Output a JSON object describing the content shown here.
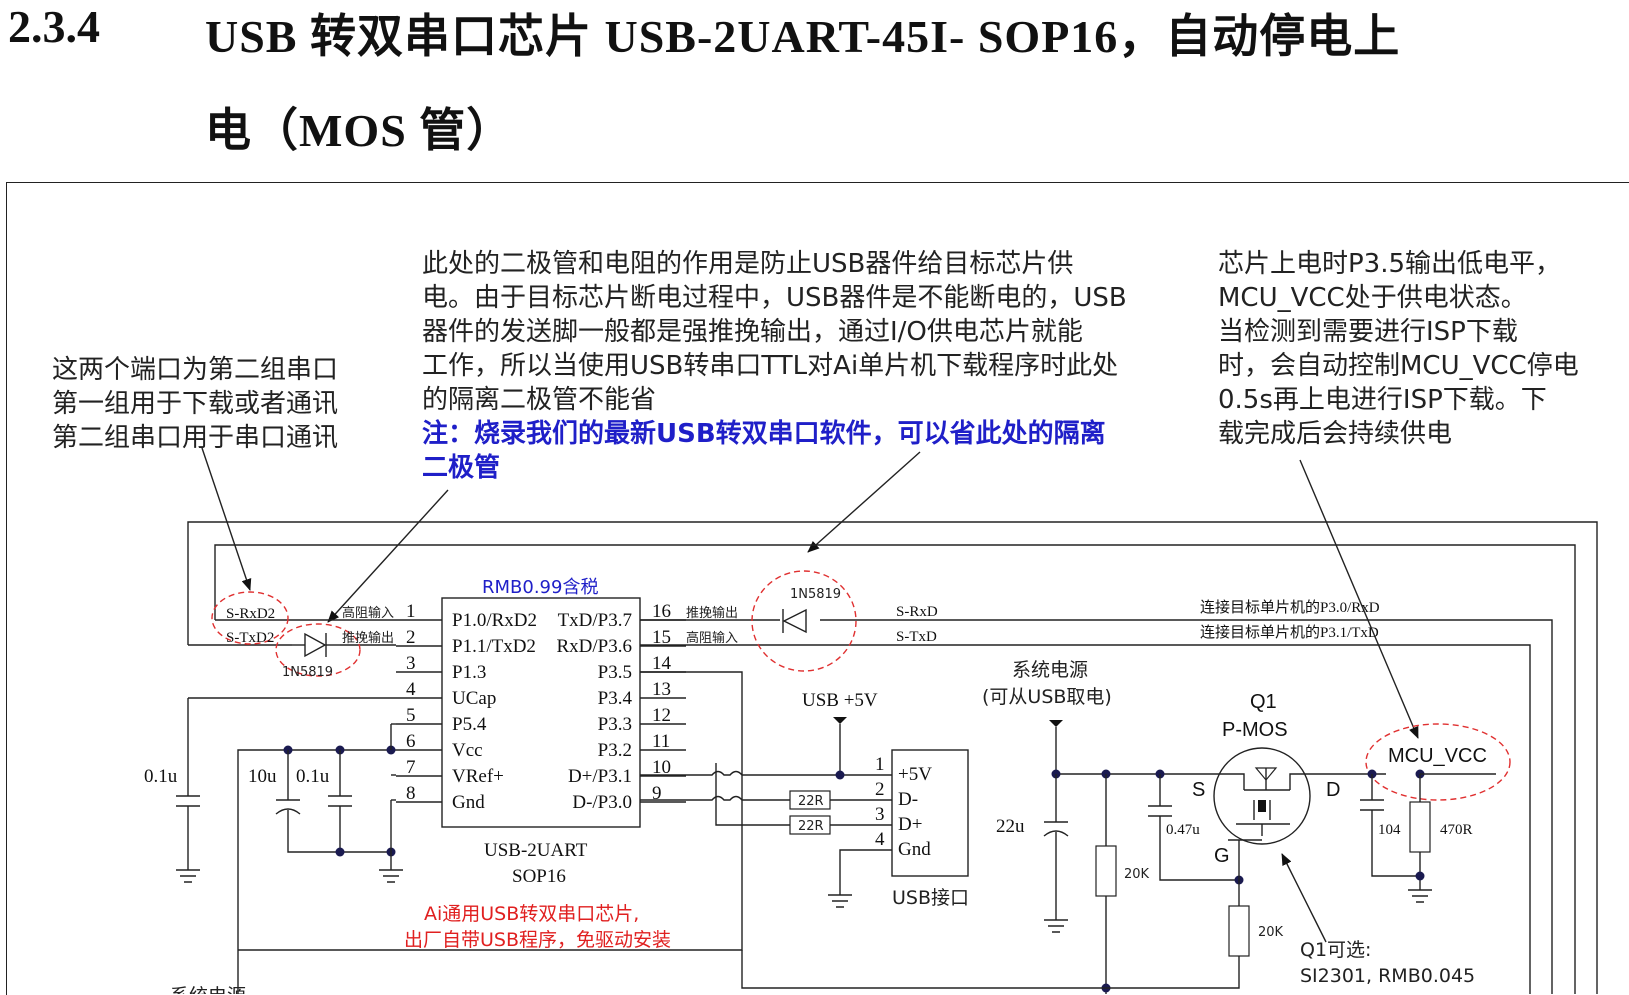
{
  "heading": {
    "section_number": "2.3.4",
    "title_line1": "USB 转双串口芯片 USB-2UART-45I- SOP16，自动停电上",
    "title_line2": "电（MOS 管）"
  },
  "notes": {
    "left_ports": [
      "这两个端口为第二组串口",
      "第一组用于下载或者通讯",
      "第二组串口用于串口通讯"
    ],
    "diode": [
      "此处的二极管和电阻的作用是防止USB器件给目标芯片供",
      "电。由于目标芯片断电过程中，USB器件是不能断电的，USB",
      "器件的发送脚一般都是强推挽输出，通过I/O供电芯片就能",
      "工作，所以当使用USB转串口TTL对Ai单片机下载程序时此处",
      "的隔离二极管不能省"
    ],
    "diode_blue": [
      "注：烧录我们的最新USB转双串口软件，可以省此处的隔离",
      "二极管"
    ],
    "power": [
      "芯片上电时P3.5输出低电平，",
      "MCU_VCC处于供电状态。",
      "当检测到需要进行ISP下载",
      "时，会自动控制MCU_VCC停电",
      "0.5s再上电进行ISP下载。下",
      "载完成后会持续供电"
    ]
  },
  "chip": {
    "price": "RMB0.99含税",
    "name": "USB-2UART",
    "package": "SOP16",
    "desc": [
      "Ai通用USB转双串口芯片,",
      "出厂自带USB程序，免驱动安装"
    ],
    "left_pins": [
      {
        "num": "1",
        "name": "P1.0/RxD2"
      },
      {
        "num": "2",
        "name": "P1.1/TxD2"
      },
      {
        "num": "3",
        "name": "P1.3"
      },
      {
        "num": "4",
        "name": "UCap"
      },
      {
        "num": "5",
        "name": "P5.4"
      },
      {
        "num": "6",
        "name": "Vcc"
      },
      {
        "num": "7",
        "name": "VRef+"
      },
      {
        "num": "8",
        "name": "Gnd"
      }
    ],
    "right_pins": [
      {
        "num": "16",
        "name": "TxD/P3.7"
      },
      {
        "num": "15",
        "name": "RxD/P3.6"
      },
      {
        "num": "14",
        "name": "P3.5"
      },
      {
        "num": "13",
        "name": "P3.4"
      },
      {
        "num": "12",
        "name": "P3.3"
      },
      {
        "num": "11",
        "name": "P3.2"
      },
      {
        "num": "10",
        "name": "D+/P3.1"
      },
      {
        "num": "9",
        "name": "D-/P3.0"
      }
    ]
  },
  "signals": {
    "s_rxd2": "S-RxD2",
    "s_txd2": "S-TxD2",
    "hi_z_in": "高阻输入",
    "push_pull_out": "推挽输出",
    "diode_part": "1N5819",
    "s_rxd": "S-RxD",
    "s_txd": "S-TxD",
    "target_rx": "连接目标单片机的P3.0/RxD",
    "target_tx": "连接目标单片机的P3.1/TxD"
  },
  "components": {
    "c_01u_a": "0.1u",
    "c_10u": "10u",
    "c_01u_b": "0.1u",
    "r_22r_a": "22R",
    "r_22r_b": "22R",
    "c_22u": "22u",
    "r_20k_a": "20K",
    "r_20k_b": "20K",
    "c_047u": "0.47u",
    "c_104": "104",
    "r_470r": "470R"
  },
  "usb": {
    "supply": "USB +5V",
    "pins": [
      {
        "num": "1",
        "name": "+5V"
      },
      {
        "num": "2",
        "name": "D-"
      },
      {
        "num": "3",
        "name": "D+"
      },
      {
        "num": "4",
        "name": "Gnd"
      }
    ],
    "label": "USB接口"
  },
  "power": {
    "title": "系统电源",
    "subtitle": "(可从USB取电)",
    "q1": "Q1",
    "q1_type": "P-MOS",
    "pin_s": "S",
    "pin_d": "D",
    "pin_g": "G",
    "mcu_vcc": "MCU_VCC",
    "q1_options_title": "Q1可选:",
    "q1_options": "SI2301, RMB0.045",
    "bottom_cut": "系统电源"
  }
}
